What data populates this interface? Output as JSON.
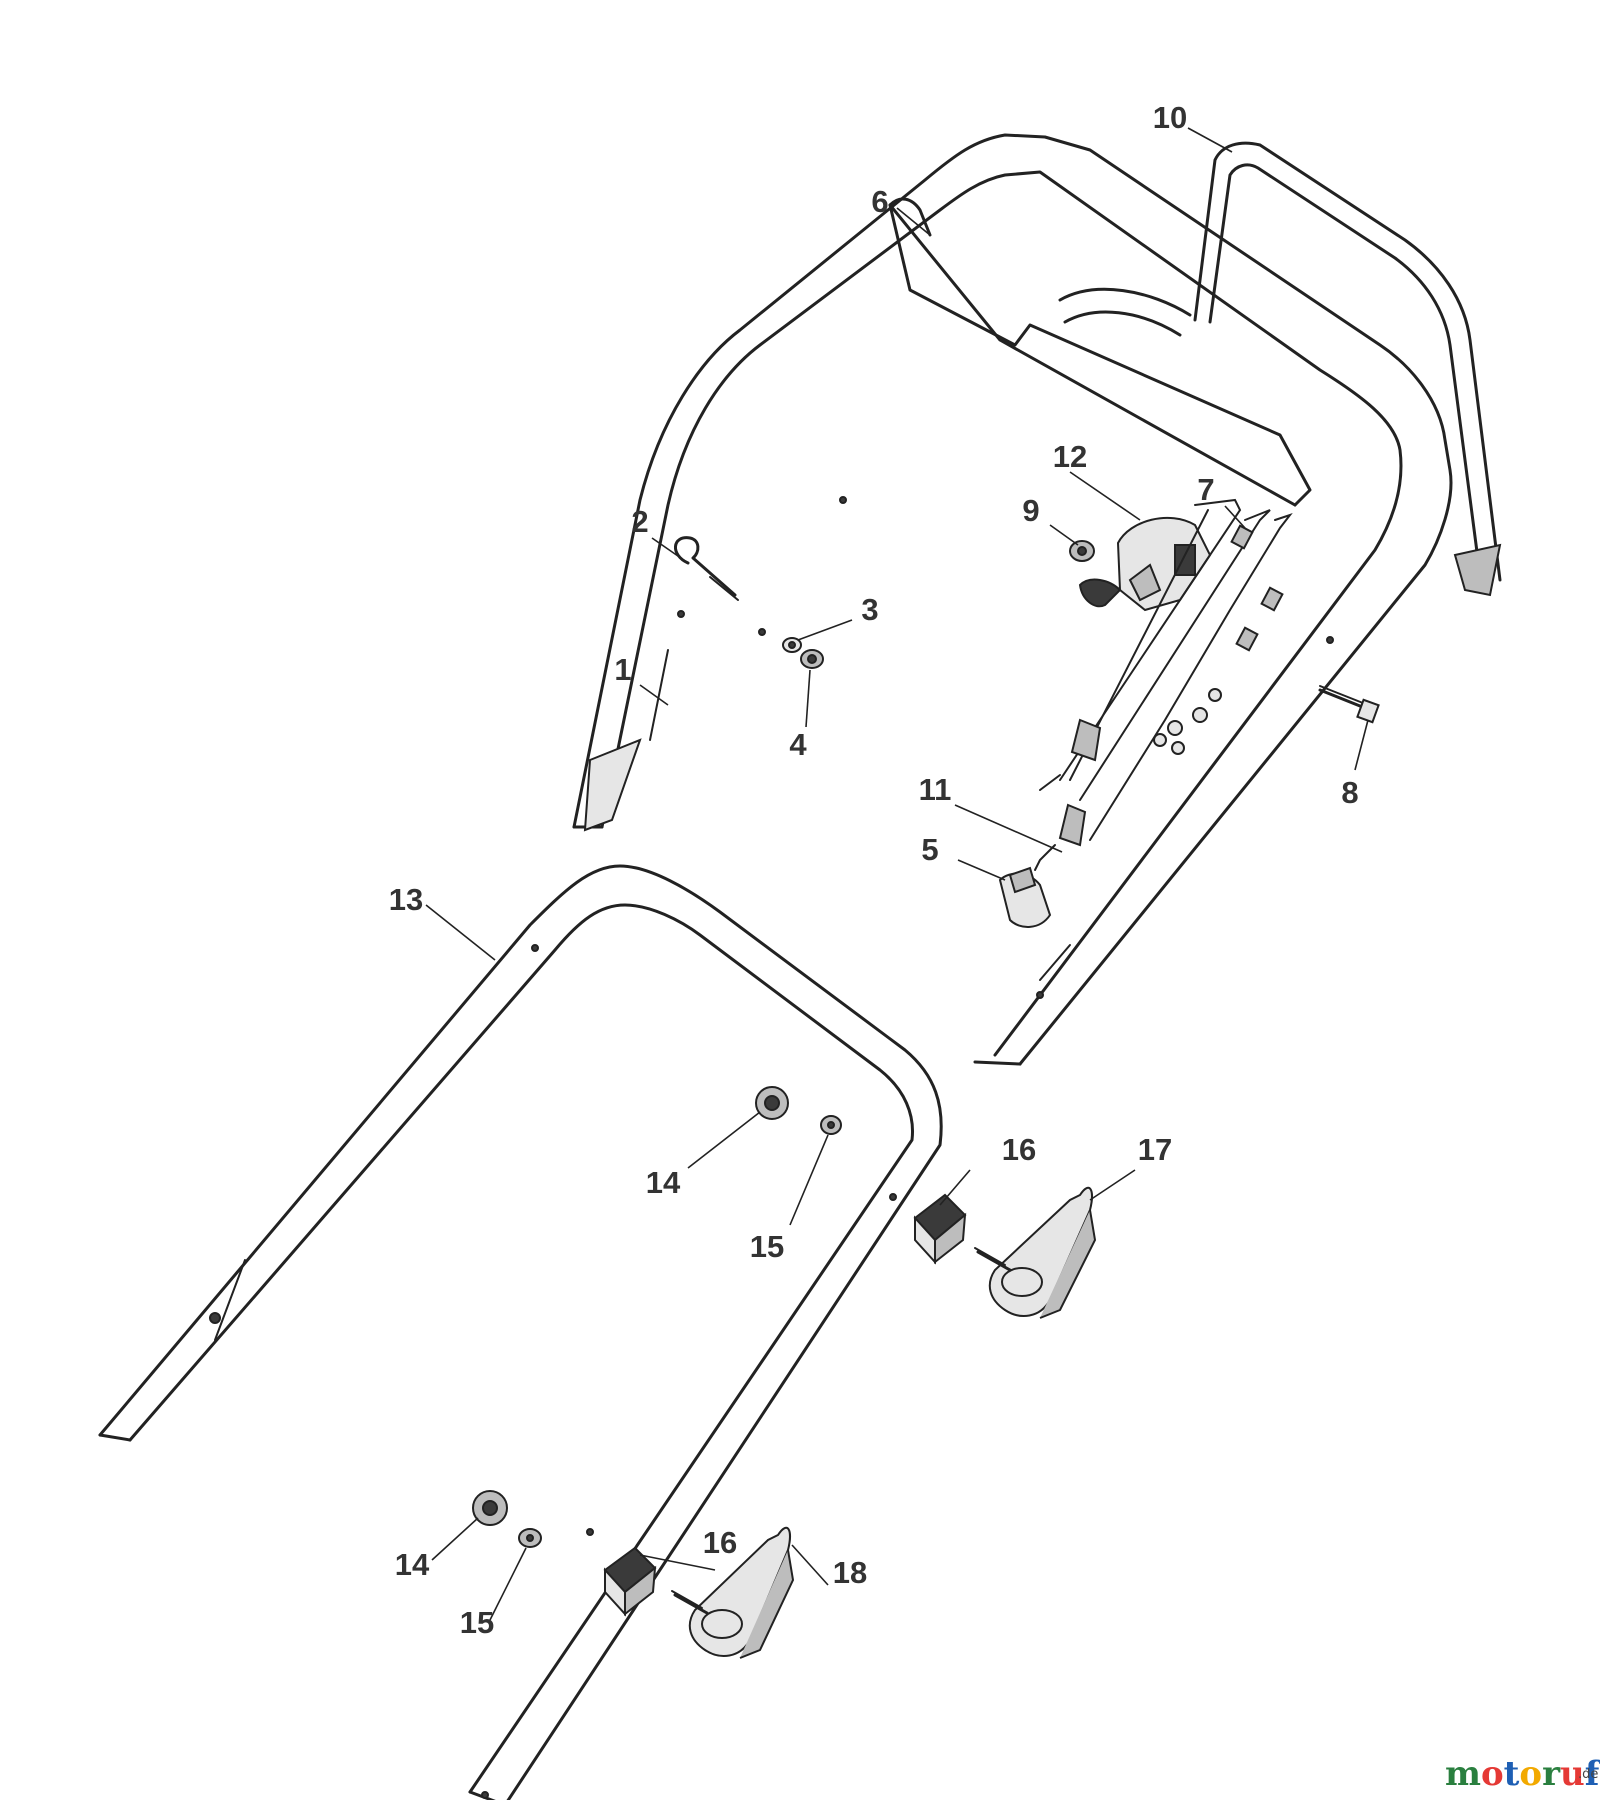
{
  "parts": [
    {
      "id": "label-1",
      "label": "1"
    },
    {
      "id": "label-2",
      "label": "2"
    },
    {
      "id": "label-3",
      "label": "3"
    },
    {
      "id": "label-4",
      "label": "4"
    },
    {
      "id": "label-5",
      "label": "5"
    },
    {
      "id": "label-6",
      "label": "6"
    },
    {
      "id": "label-7",
      "label": "7"
    },
    {
      "id": "label-8",
      "label": "8"
    },
    {
      "id": "label-9",
      "label": "9"
    },
    {
      "id": "label-10",
      "label": "10"
    },
    {
      "id": "label-11",
      "label": "11"
    },
    {
      "id": "label-12",
      "label": "12"
    },
    {
      "id": "label-13",
      "label": "13"
    },
    {
      "id": "label-14a",
      "label": "14"
    },
    {
      "id": "label-15a",
      "label": "15"
    },
    {
      "id": "label-16a",
      "label": "16"
    },
    {
      "id": "label-17",
      "label": "17"
    },
    {
      "id": "label-14b",
      "label": "14"
    },
    {
      "id": "label-15b",
      "label": "15"
    },
    {
      "id": "label-16b",
      "label": "16"
    },
    {
      "id": "label-18",
      "label": "18"
    }
  ],
  "watermark": {
    "brand": "motoruf",
    "tld": ".de",
    "colors": [
      "#2a7f3f",
      "#e53935",
      "#1e5fb4",
      "#f2a900",
      "#2a7f3f",
      "#e53935",
      "#1e5fb4"
    ]
  }
}
